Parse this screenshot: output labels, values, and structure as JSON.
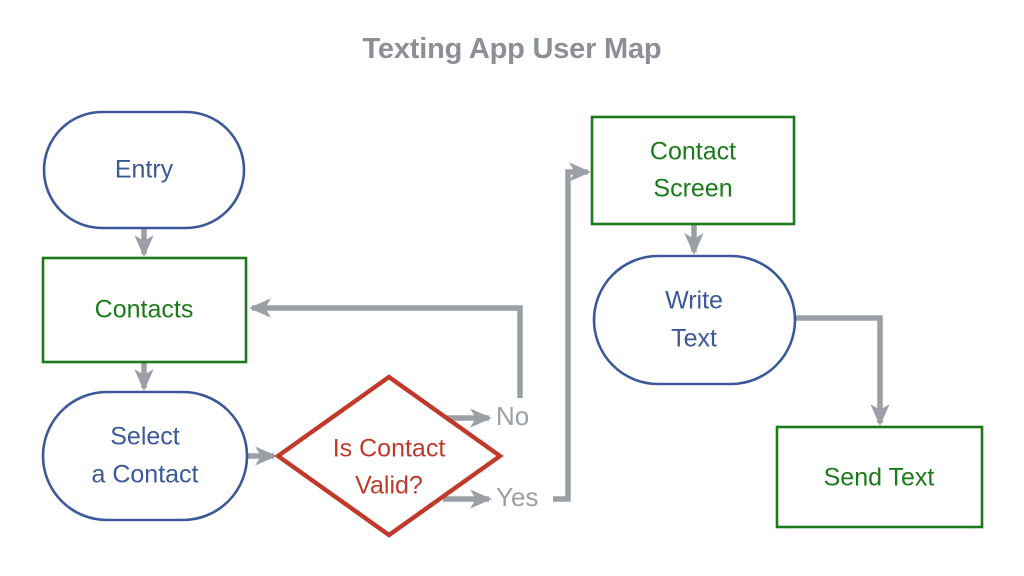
{
  "title": "Texting App User Map",
  "colors": {
    "title": "#8c9096",
    "blue": "#3b5998",
    "green": "#1c7a1c",
    "red": "#c0392b",
    "connector": "#9aa0a6",
    "background": "#ffffff"
  },
  "nodes": {
    "entry": {
      "label": "Entry",
      "shape": "stadium",
      "color": "blue"
    },
    "contacts": {
      "label": "Contacts",
      "shape": "rectangle",
      "color": "green"
    },
    "select_contact": {
      "line1": "Select",
      "line2": "a Contact",
      "shape": "stadium",
      "color": "blue"
    },
    "decision": {
      "line1": "Is Contact",
      "line2": "Valid?",
      "shape": "diamond",
      "color": "red"
    },
    "contact_screen": {
      "line1": "Contact",
      "line2": "Screen",
      "shape": "rectangle",
      "color": "green"
    },
    "write_text": {
      "line1": "Write",
      "line2": "Text",
      "shape": "stadium",
      "color": "blue"
    },
    "send_text": {
      "label": "Send Text",
      "shape": "rectangle",
      "color": "green"
    }
  },
  "edges": [
    {
      "from": "entry",
      "to": "contacts",
      "label": ""
    },
    {
      "from": "contacts",
      "to": "select_contact",
      "label": ""
    },
    {
      "from": "select_contact",
      "to": "decision",
      "label": ""
    },
    {
      "from": "decision",
      "to": "contacts",
      "label": "No"
    },
    {
      "from": "decision",
      "to": "contact_screen",
      "label": "Yes"
    },
    {
      "from": "contact_screen",
      "to": "write_text",
      "label": ""
    },
    {
      "from": "write_text",
      "to": "send_text",
      "label": ""
    }
  ],
  "edge_labels": {
    "no": "No",
    "yes": "Yes"
  }
}
